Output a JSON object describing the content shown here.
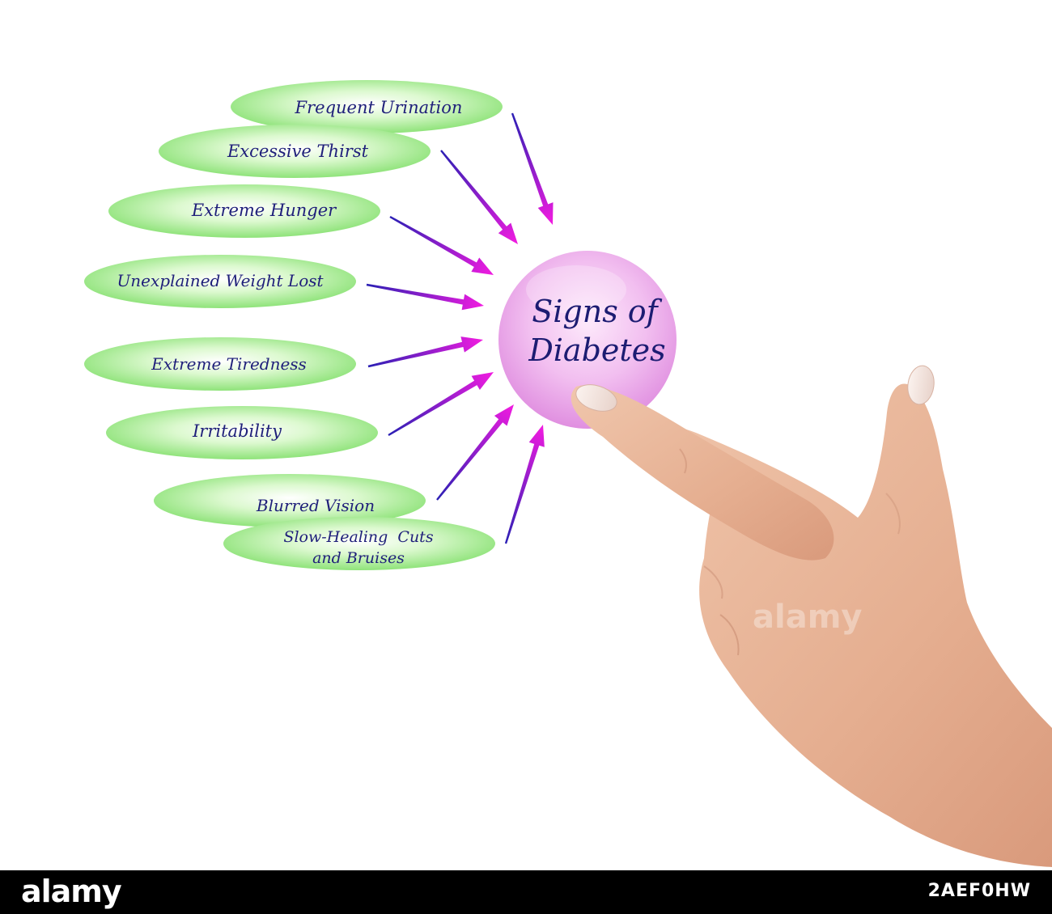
{
  "diagram": {
    "center_label_line1": "Signs of",
    "center_label_line2": "Diabetes",
    "signs": [
      "Frequent Urination",
      "Excessive Thirst",
      "Extreme Hunger",
      "Unexplained Weight Lost",
      "Extreme Tiredness",
      "Irritability",
      "Blurred Vision",
      "Slow-Healing  Cuts",
      "and Bruises"
    ]
  },
  "watermark": {
    "text": "alamy"
  },
  "footer": {
    "logo": "alamy",
    "image_id": "2AEF0HW"
  },
  "colors": {
    "ellipse_fill": "#b3f29a",
    "ellipse_edge": "#8fe37a",
    "sphere_fill": "#f2b8ee",
    "arrow_start": "#2a1fb4",
    "arrow_end": "#f21ce0",
    "text": "#1f1f7a",
    "skin": "#e9b89c"
  }
}
